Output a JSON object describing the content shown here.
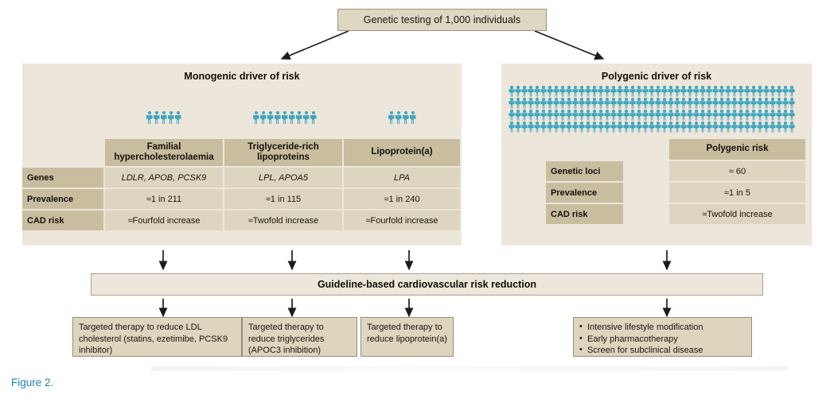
{
  "figure": {
    "caption": "Figure 2.",
    "caption_color": "#1b7fc4"
  },
  "top": {
    "label": "Genetic testing of 1,000 individuals"
  },
  "panels": {
    "monogenic": {
      "title": "Monogenic driver of risk",
      "icon_name": "person-icon",
      "icon_color": "#3fa5c0",
      "columns": [
        {
          "header": "Familial hypercholesterolaemia",
          "people_count": 5
        },
        {
          "header": "Triglyceride-rich lipoproteins",
          "people_count": 9
        },
        {
          "header": "Lipoprotein(a)",
          "people_count": 4
        }
      ],
      "rows": [
        {
          "label": "Genes",
          "italic": true,
          "values": [
            "LDLR, APOB, PCSK9",
            "LPL, APOA5",
            "LPA"
          ]
        },
        {
          "label": "Prevalence",
          "italic": false,
          "values": [
            "≈1 in 211",
            "≈1 in 115",
            "≈1 in 240"
          ]
        },
        {
          "label": "CAD risk",
          "italic": false,
          "values": [
            "≈Fourfold increase",
            "≈Twofold increase",
            "≈Fourfold increase"
          ]
        }
      ]
    },
    "polygenic": {
      "title": "Polygenic driver of risk",
      "icon_name": "person-icon",
      "icon_color": "#3fa5c0",
      "people_rows": 4,
      "people_per_row": 45,
      "columns": [
        {
          "header": "Polygenic risk"
        }
      ],
      "rows": [
        {
          "label": "Genetic loci",
          "values": [
            "≈ 60"
          ]
        },
        {
          "label": "Prevalence",
          "values": [
            "≈1 in 5"
          ]
        },
        {
          "label": "CAD risk",
          "values": [
            "≈Twofold increase"
          ]
        }
      ]
    }
  },
  "guideline": {
    "label": "Guideline-based cardiovascular risk reduction"
  },
  "treatments": [
    {
      "text": "Targeted therapy to reduce LDL cholesterol (statins, ezetimibe, PCSK9 inhibitor)"
    },
    {
      "text": "Targeted therapy to reduce triglycerides (APOC3 inhibition)"
    },
    {
      "text": "Targeted therapy to reduce lipoprotein(a)"
    }
  ],
  "polygenic_actions": {
    "items": [
      "Intensive lifestyle modification",
      "Early pharmacotherapy",
      "Screen for subclinical disease"
    ]
  },
  "colors": {
    "panel_bg": "#ece7da",
    "header_cell": "#c8bd9f",
    "data_cell": "#ddd5bf",
    "box_fill": "#ded5bf",
    "top_box_fill": "#ded7c4",
    "accent_blue": "#1b7fc4",
    "person_teal": "#3fa5c0"
  }
}
